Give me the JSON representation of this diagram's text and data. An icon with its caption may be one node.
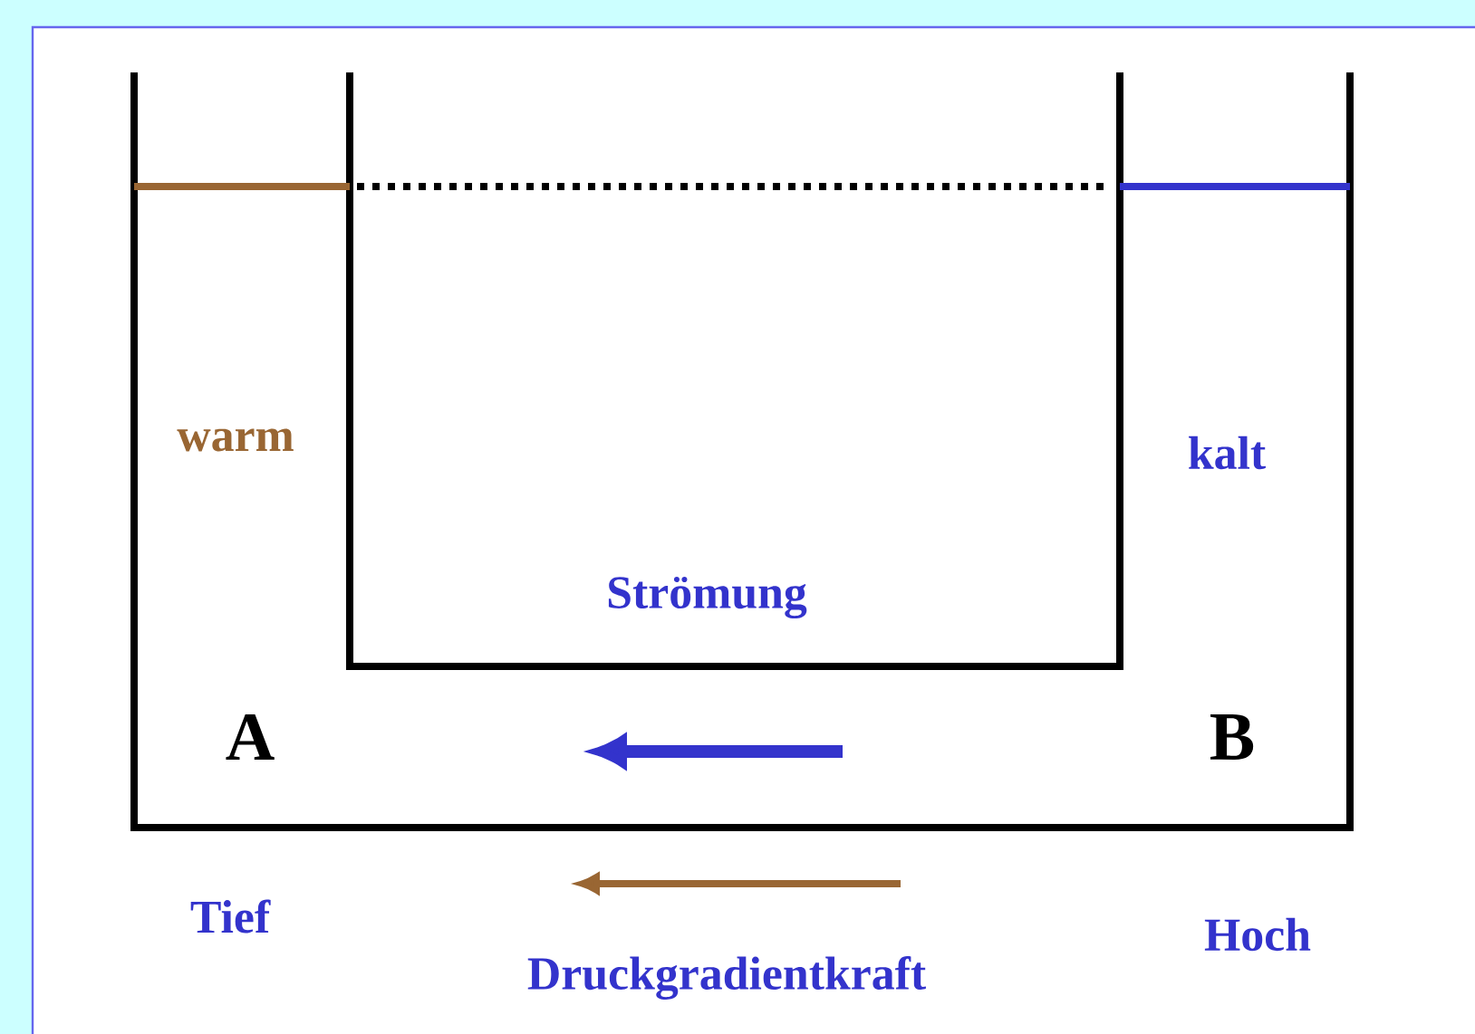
{
  "diagram": {
    "labels": [
      "warm",
      "kalt",
      "Strömung",
      "A",
      "B",
      "Tief",
      "Hoch",
      "Druckgradientkraft"
    ]
  }
}
